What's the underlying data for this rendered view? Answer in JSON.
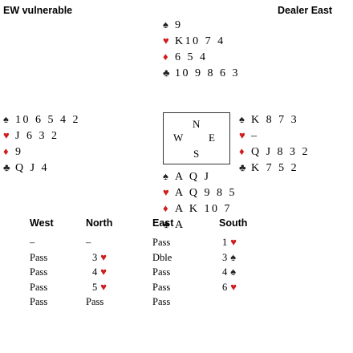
{
  "header": {
    "vulnerability": "EW vulnerable",
    "dealer": "Dealer East"
  },
  "suits": {
    "spade": "♠",
    "heart": "♥",
    "diamond": "♦",
    "club": "♣",
    "spade_color": "#222222",
    "heart_color": "#d01c1c",
    "diamond_color": "#d01c1c",
    "club_color": "#222222"
  },
  "hands": {
    "north": {
      "spades": "9",
      "hearts": "K10 7 4",
      "diamonds": "6 5 4",
      "clubs": "10 9 8 6 3"
    },
    "west": {
      "spades": "10 6 5 4 2",
      "hearts": "J 6 3 2",
      "diamonds": "9",
      "clubs": "Q J 4"
    },
    "east": {
      "spades": "K 8 7 3",
      "hearts": "–",
      "diamonds": "Q J 8 3 2",
      "clubs": "K 7 5 2"
    },
    "south": {
      "spades": "A Q J",
      "hearts": "A Q 9 8 5",
      "diamonds": "A K 10 7",
      "clubs": "A"
    }
  },
  "compass": {
    "n": "N",
    "w": "W",
    "e": "E",
    "s": "S"
  },
  "auction": {
    "headers": [
      "West",
      "North",
      "East",
      "South"
    ],
    "rows": [
      [
        {
          "text": "–"
        },
        {
          "text": "–"
        },
        {
          "text": "Pass"
        },
        {
          "text": "1",
          "suit": "heart"
        }
      ],
      [
        {
          "text": "Pass"
        },
        {
          "text": "3",
          "suit": "heart"
        },
        {
          "text": "Dble"
        },
        {
          "text": "3",
          "suit": "spade"
        }
      ],
      [
        {
          "text": "Pass"
        },
        {
          "text": "4",
          "suit": "heart"
        },
        {
          "text": "Pass"
        },
        {
          "text": "4",
          "suit": "spade"
        }
      ],
      [
        {
          "text": "Pass"
        },
        {
          "text": "5",
          "suit": "heart"
        },
        {
          "text": "Pass"
        },
        {
          "text": "6",
          "suit": "heart"
        }
      ],
      [
        {
          "text": "Pass"
        },
        {
          "text": "Pass"
        },
        {
          "text": "Pass"
        },
        {
          "text": ""
        }
      ]
    ]
  }
}
